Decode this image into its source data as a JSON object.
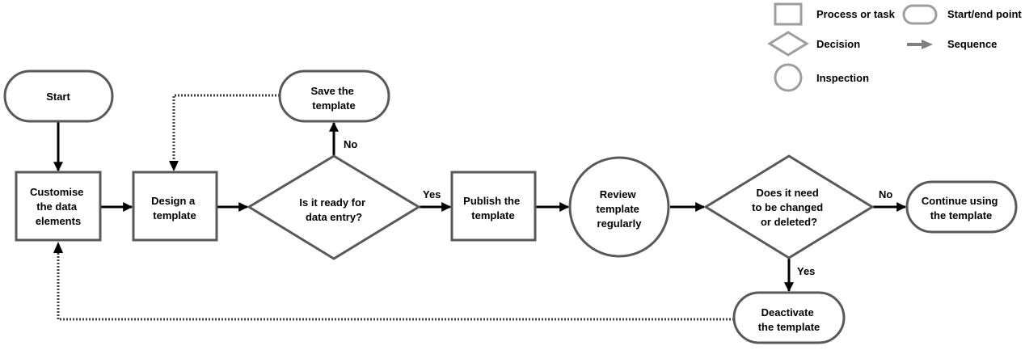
{
  "legend": {
    "process": "Process or task",
    "terminal": "Start/end point",
    "decision": "Decision",
    "sequence": "Sequence",
    "inspection": "Inspection"
  },
  "nodes": {
    "start": "Start",
    "customise": [
      "Customise",
      "the data",
      "elements"
    ],
    "design": [
      "Design a",
      "template"
    ],
    "ready": [
      "Is it ready  for",
      "data entry?"
    ],
    "save": [
      "Save the",
      "template"
    ],
    "publish": [
      "Publish the",
      "template"
    ],
    "review": [
      "Review",
      "template",
      "regularly"
    ],
    "change": [
      "Does it need",
      "to be changed",
      "or deleted?"
    ],
    "continue": [
      "Continue using",
      "the template"
    ],
    "deactivate": [
      "Deactivate",
      "the template"
    ]
  },
  "edge_labels": {
    "ready_no": "No",
    "ready_yes": "Yes",
    "change_no": "No",
    "change_yes": "Yes"
  },
  "colors": {
    "shape_border": "#595959",
    "legend_border": "#9e9e9e",
    "arrow": "#000000",
    "dotted": "#404040"
  }
}
